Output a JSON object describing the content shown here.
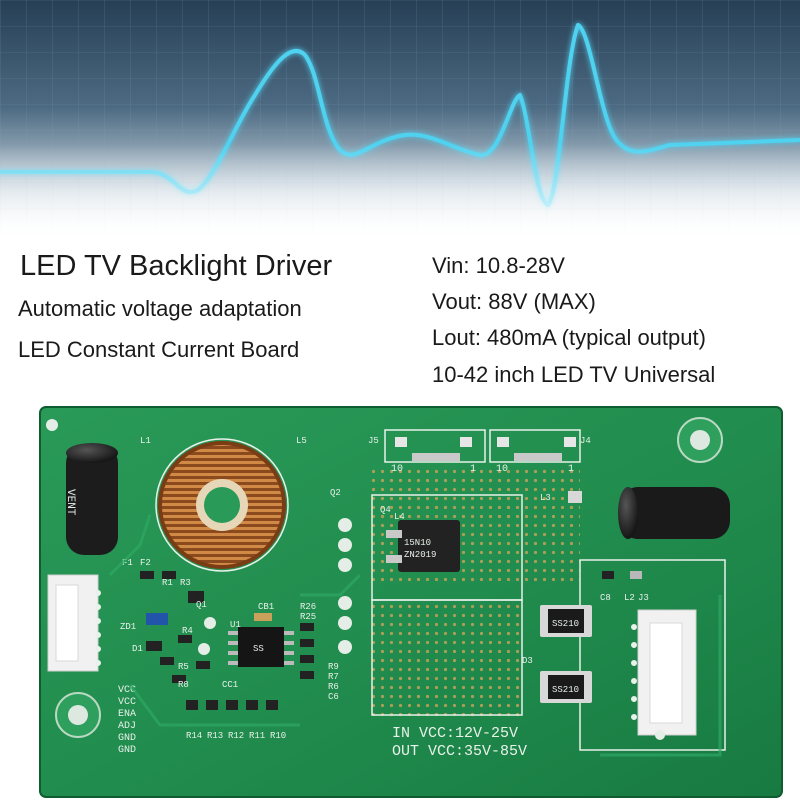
{
  "colors": {
    "pcb_green": "#1f8a4c",
    "pcb_dark": "#146b38",
    "copper": "#c47a3a",
    "waveform": "#4fd2f0",
    "background_top": "#2e4c64"
  },
  "heading": {
    "title": "LED TV Backlight Driver",
    "line1": "Automatic voltage adaptation",
    "line2": "LED Constant Current Board"
  },
  "specs": [
    "Vin: 10.8-28V",
    "Vout: 88V (MAX)",
    "Lout: 480mA (typical output)",
    "10-42 inch LED TV Universal"
  ],
  "board": {
    "silkscreen_in": "IN  VCC:12V-25V",
    "silkscreen_out": "OUT VCC:35V-85V",
    "pins": [
      "VCC",
      "VCC",
      "ENA",
      "ADJ",
      "GND",
      "GND"
    ],
    "refs": {
      "l1": "L1",
      "l5": "L5",
      "j5": "J5",
      "j4": "J4",
      "l3": "L3",
      "l4": "L4",
      "q2": "Q2",
      "f1": "F1",
      "f2": "F2",
      "r1": "R1",
      "r3": "R3",
      "q1": "Q1",
      "cb1": "CB1",
      "u1": "U1",
      "r26": "R26",
      "r25": "R25",
      "zd1": "ZD1",
      "r4": "R4",
      "d1": "D1",
      "r5": "R5",
      "r8": "R8",
      "cc1": "CC1",
      "r9": "R9",
      "r7": "R7",
      "r6": "R6",
      "c6": "C6",
      "r14": "R14",
      "r13": "R13",
      "r12": "R12",
      "r11": "R11",
      "r10": "R10",
      "c8": "C8",
      "l2": "L2",
      "j3": "J3",
      "d3": "D3",
      "q4": "Q4"
    },
    "connector_pins": {
      "j5_left": "10",
      "j5_right": "1",
      "j4_left": "10",
      "j4_right": "1"
    },
    "capacitor_marking": "VENT",
    "ic_u1_marking": "SS",
    "mosfet_marking_1": "15N10",
    "mosfet_marking_2": "ZN2019",
    "diode_marking": "SS210"
  }
}
